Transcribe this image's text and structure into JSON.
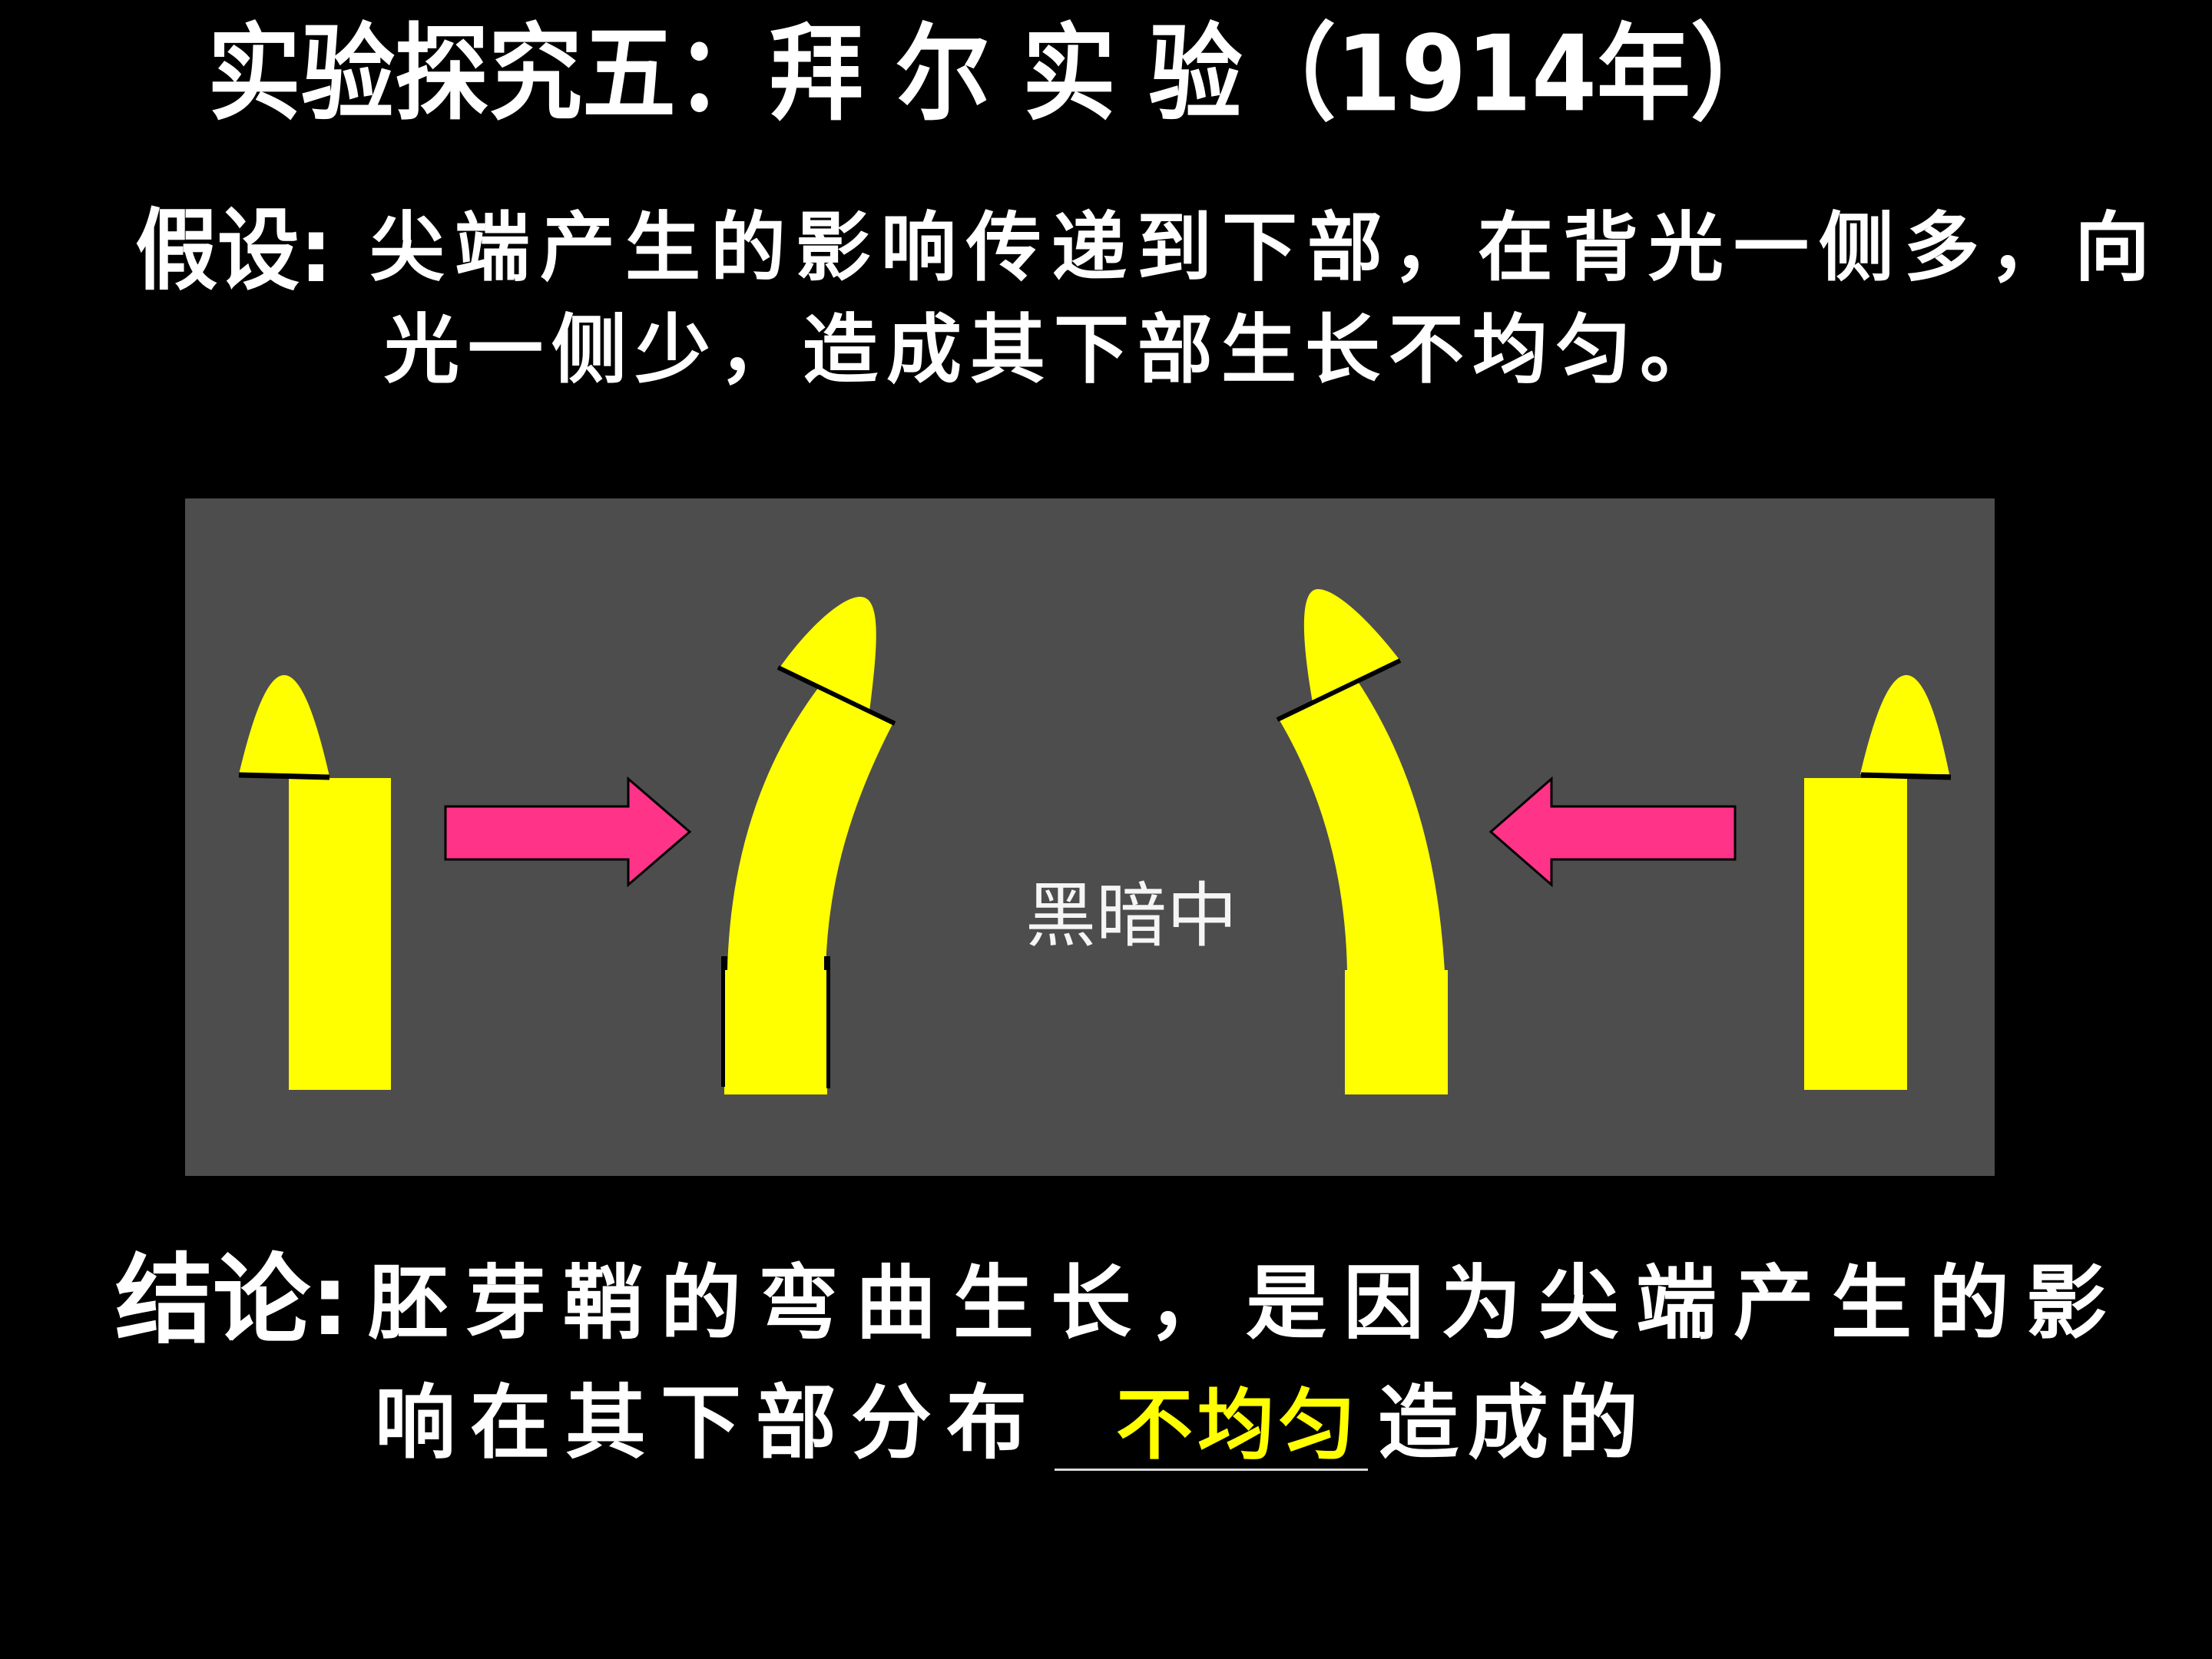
{
  "slide": {
    "title": "实验探究五：拜 尔 实 验（1914年）",
    "hypothesis": {
      "label": "假设:",
      "lines": [
        "尖端产生的影响传递到下部，在背光一侧多，向",
        "光一侧少，造成其下部生长不均匀。"
      ]
    },
    "diagram": {
      "condition_label": "黑暗中",
      "figures": [
        "coleoptile-with-tip-shifted-left",
        "arrow-right",
        "coleoptile-bent-right",
        "coleoptile-bent-left",
        "arrow-left",
        "coleoptile-with-tip-shifted-right"
      ]
    },
    "conclusion": {
      "label": "结论:",
      "line_1": "胚芽鞘的弯曲生长，是因为尖端产生的影",
      "line_2_prefix": "响在其下部分布",
      "blank_answer": "不均匀",
      "line_2_suffix": "造成的"
    }
  },
  "colors": {
    "background": "#000000",
    "text": "#ffffff",
    "panel": "#4d4d4d",
    "coleoptile": "#ffff00",
    "arrow": "#ff3388",
    "outline": "#000000",
    "answer": "#ffff00",
    "underline": "#d9d9d9",
    "panel_text": "#f5f5f5"
  }
}
